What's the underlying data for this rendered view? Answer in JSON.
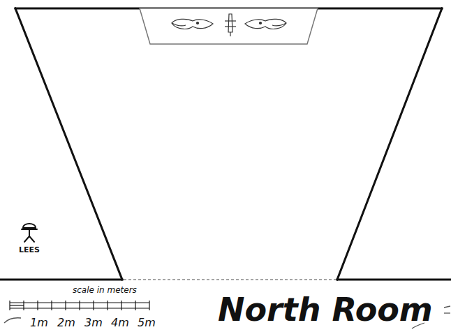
{
  "diagram": {
    "title": "North Room",
    "labels": [
      "LEES",
      "scale in meters",
      "1m",
      "2m",
      "3m",
      "4m",
      "5m"
    ]
  }
}
